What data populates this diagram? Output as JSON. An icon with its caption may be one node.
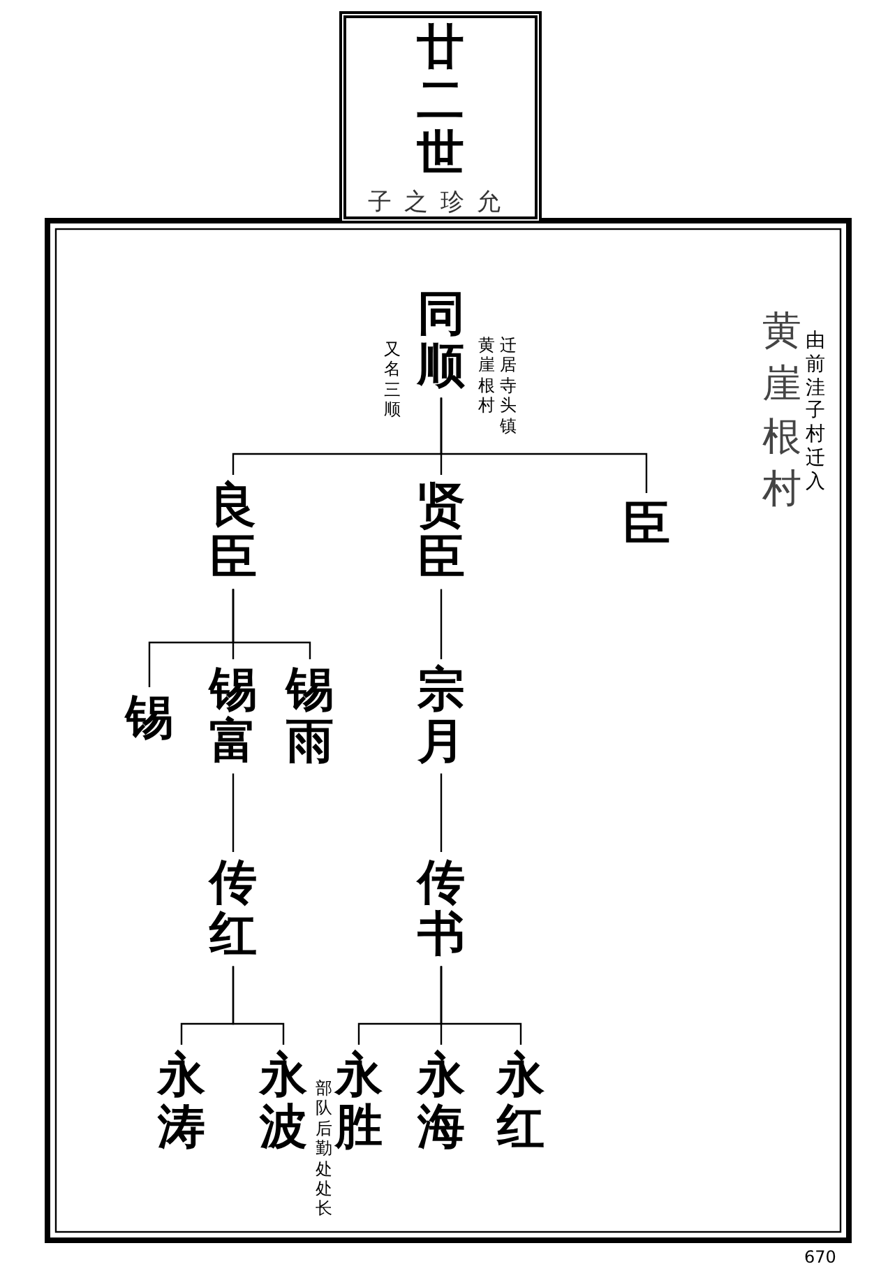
{
  "diagram": {
    "nodes": [
      {
        "text": [
          "廿二世",
          "子之珍允"
        ]
      },
      {
        "text": [
          "同顺"
        ],
        "beside": [
          "又名三顺",
          "迁居寺头镇黄崖根村"
        ]
      },
      {
        "text": [
          "良臣"
        ]
      },
      {
        "text": [
          "贤臣"
        ]
      },
      {
        "text": [
          "臣"
        ]
      },
      {
        "text": [
          "锡"
        ]
      },
      {
        "text": [
          "锡富"
        ]
      },
      {
        "text": [
          "锡雨"
        ]
      },
      {
        "text": [
          "宗月"
        ]
      },
      {
        "text": [
          "传红"
        ]
      },
      {
        "text": [
          "传书"
        ]
      },
      {
        "text": [
          "永涛"
        ]
      },
      {
        "text": [
          "永波"
        ]
      },
      {
        "text": [
          "永胜"
        ],
        "beside": [
          "部队后勤处处长"
        ]
      },
      {
        "text": [
          "永海"
        ]
      },
      {
        "text": [
          "永红"
        ]
      }
    ],
    "edges": [
      {
        "from": 1,
        "to": 2,
        "arrow": "none"
      },
      {
        "from": 1,
        "to": 3,
        "arrow": "none"
      },
      {
        "from": 1,
        "to": 4,
        "arrow": "none"
      },
      {
        "from": 2,
        "to": 5,
        "arrow": "none"
      },
      {
        "from": 2,
        "to": 6,
        "arrow": "none"
      },
      {
        "from": 2,
        "to": 7,
        "arrow": "none"
      },
      {
        "from": 3,
        "to": 8,
        "arrow": "none"
      },
      {
        "from": 6,
        "to": 9,
        "arrow": "none"
      },
      {
        "from": 8,
        "to": 10,
        "arrow": "none"
      },
      {
        "from": 9,
        "to": 11,
        "arrow": "none"
      },
      {
        "from": 9,
        "to": 12,
        "arrow": "none"
      },
      {
        "from": 10,
        "to": 13,
        "arrow": "none"
      },
      {
        "from": 10,
        "to": 14,
        "arrow": "none"
      },
      {
        "from": 10,
        "to": 15,
        "arrow": "none"
      }
    ],
    "labels": [
      "黄崖根村",
      "由前洼子村迁入",
      "670"
    ]
  }
}
